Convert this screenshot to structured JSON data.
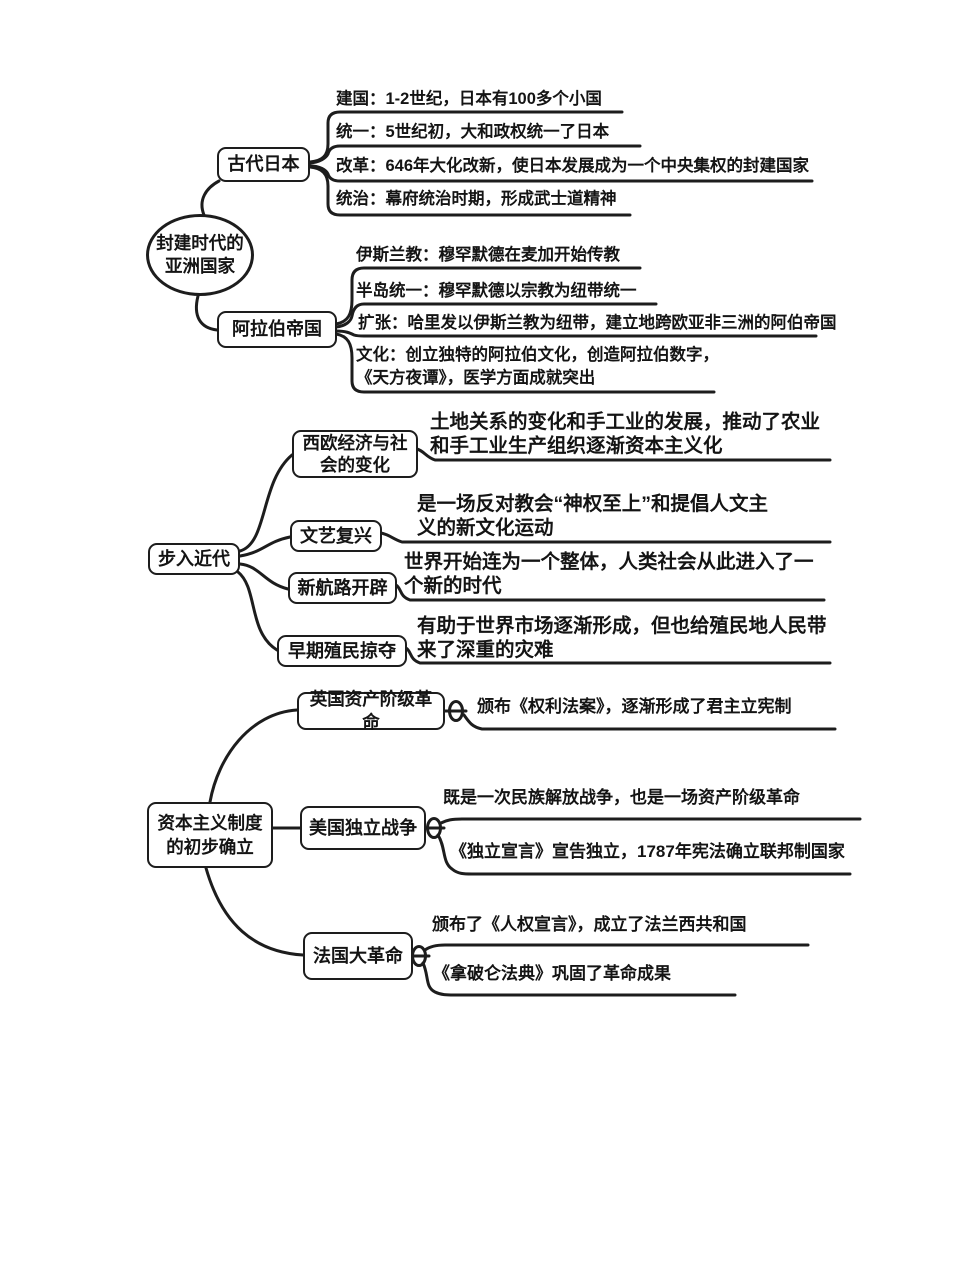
{
  "colors": {
    "ink": "#1d1d1d",
    "background": "#ffffff"
  },
  "sections": [
    {
      "root": {
        "label": "封建时代的\n亚洲国家"
      },
      "branches": [
        {
          "label": "古代日本",
          "items": [
            {
              "text": "建国：1-2世纪，日本有100多个小国"
            },
            {
              "text": "统一：5世纪初，大和政权统一了日本"
            },
            {
              "text": "改革：646年大化改新，使日本发展成为一个中央集权的封建国家"
            },
            {
              "text": "统治：幕府统治时期，形成武士道精神"
            }
          ]
        },
        {
          "label": "阿拉伯帝国",
          "items": [
            {
              "text": "伊斯兰教：穆罕默德在麦加开始传教"
            },
            {
              "text": "半岛统一：穆罕默德以宗教为纽带统一"
            },
            {
              "text": "扩张：哈里发以伊斯兰教为纽带，建立地跨欧亚非三洲的阿伯帝国"
            },
            {
              "text": "文化：创立独特的阿拉伯文化，创造阿拉伯数字，\n《天方夜谭》，医学方面成就突出"
            }
          ]
        }
      ]
    },
    {
      "root": {
        "label": "步入近代"
      },
      "branches": [
        {
          "label": "西欧经济与社\n会的变化",
          "items": [
            {
              "text": "土地关系的变化和手工业的发展，推动了农业\n和手工业生产组织逐渐资本主义化"
            }
          ]
        },
        {
          "label": "文艺复兴",
          "items": [
            {
              "text": "是一场反对教会“神权至上”和提倡人文主\n义的新文化运动"
            }
          ]
        },
        {
          "label": "新航路开辟",
          "items": [
            {
              "text": "世界开始连为一个整体，人类社会从此进入了一\n个新的时代"
            }
          ]
        },
        {
          "label": "早期殖民掠夺",
          "items": [
            {
              "text": "有助于世界市场逐渐形成，但也给殖民地人民带\n来了深重的灾难"
            }
          ]
        }
      ]
    },
    {
      "root": {
        "label": "资本主义制度\n的初步确立"
      },
      "branches": [
        {
          "label": "英国资产阶级革命",
          "items": [
            {
              "text": "颁布《权利法案》，逐渐形成了君主立宪制"
            }
          ]
        },
        {
          "label": "美国独立战争",
          "items": [
            {
              "text": "既是一次民族解放战争，也是一场资产阶级革命"
            },
            {
              "text": "《独立宣言》宣告独立，1787年宪法确立联邦制国家"
            }
          ]
        },
        {
          "label": "法国大革命",
          "items": [
            {
              "text": "颁布了《人权宣言》，成立了法兰西共和国"
            },
            {
              "text": "《拿破仑法典》巩固了革命成果"
            }
          ]
        }
      ]
    }
  ]
}
